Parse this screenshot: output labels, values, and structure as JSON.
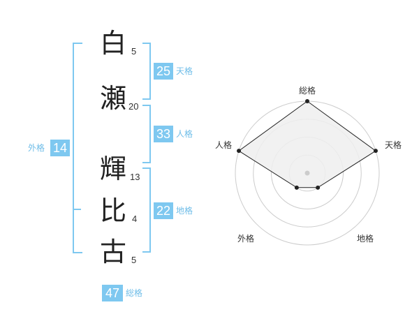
{
  "name": {
    "chars": [
      {
        "char": "白",
        "strokes": "5"
      },
      {
        "char": "瀬",
        "strokes": "20"
      },
      {
        "char": "輝",
        "strokes": "13"
      },
      {
        "char": "比",
        "strokes": "4"
      },
      {
        "char": "古",
        "strokes": "5"
      }
    ]
  },
  "kaku": {
    "tenkaku": {
      "value": "25",
      "label": "天格"
    },
    "jinkaku": {
      "value": "33",
      "label": "人格"
    },
    "chikaku": {
      "value": "22",
      "label": "地格"
    },
    "gaikaku": {
      "value": "14",
      "label": "外格"
    },
    "soukaku": {
      "value": "47",
      "label": "総格"
    }
  },
  "chart_data": {
    "type": "radar",
    "axes": [
      "総格",
      "天格",
      "地格",
      "外格",
      "人格"
    ],
    "values": [
      4,
      4,
      1,
      1,
      4
    ],
    "max": 4,
    "rings": 4,
    "fill_color": "#eeeeee",
    "line_color": "#222222",
    "ring_color": "#cccccc"
  }
}
